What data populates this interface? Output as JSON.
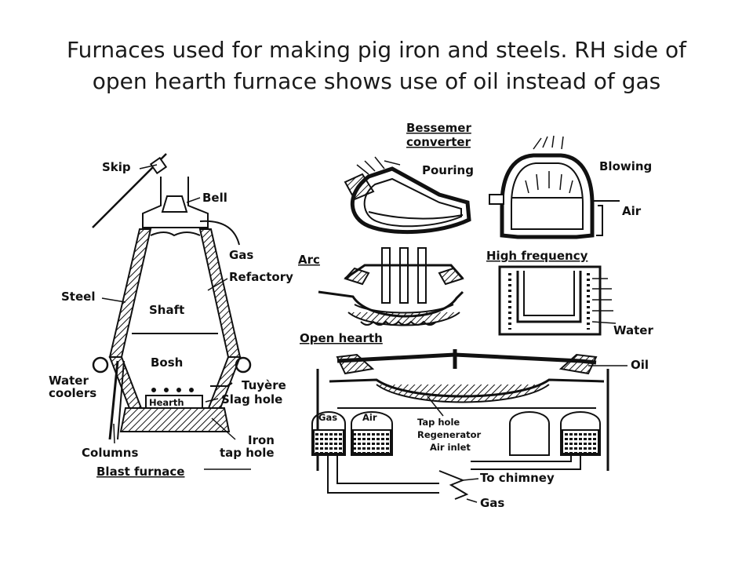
{
  "title": {
    "line1": "Furnaces used for making pig iron and steels. RH side of",
    "line2": "open hearth furnace shows use of oil instead of gas"
  },
  "blast_furnace": {
    "caption": "Blast furnace",
    "labels": {
      "skip": "Skip",
      "bell": "Bell",
      "gas": "Gas",
      "refactory": "Refactory",
      "steel": "Steel",
      "shaft": "Shaft",
      "bosh": "Bosh",
      "water": "Water",
      "coolers": "coolers",
      "tuyere": "Tuyère",
      "hearth": "Hearth",
      "slag_hole": "Slag hole",
      "iron": "Iron",
      "tap_hole": "tap hole",
      "columns": "Columns"
    }
  },
  "bessemer": {
    "caption_line1": "Bessemer",
    "caption_line2": "converter",
    "pouring": "Pouring",
    "blowing": "Blowing",
    "air": "Air"
  },
  "arc": {
    "caption": "Arc"
  },
  "high_frequency": {
    "caption": "High frequency",
    "water": "Water"
  },
  "open_hearth": {
    "caption": "Open hearth",
    "oil": "Oil",
    "gas_chamber": "Gas",
    "air_chamber": "Air",
    "tap_hole": "Tap hole",
    "regenerator": "Regenerator",
    "air_inlet": "Air inlet",
    "to_chimney": "To chimney",
    "gas": "Gas"
  }
}
